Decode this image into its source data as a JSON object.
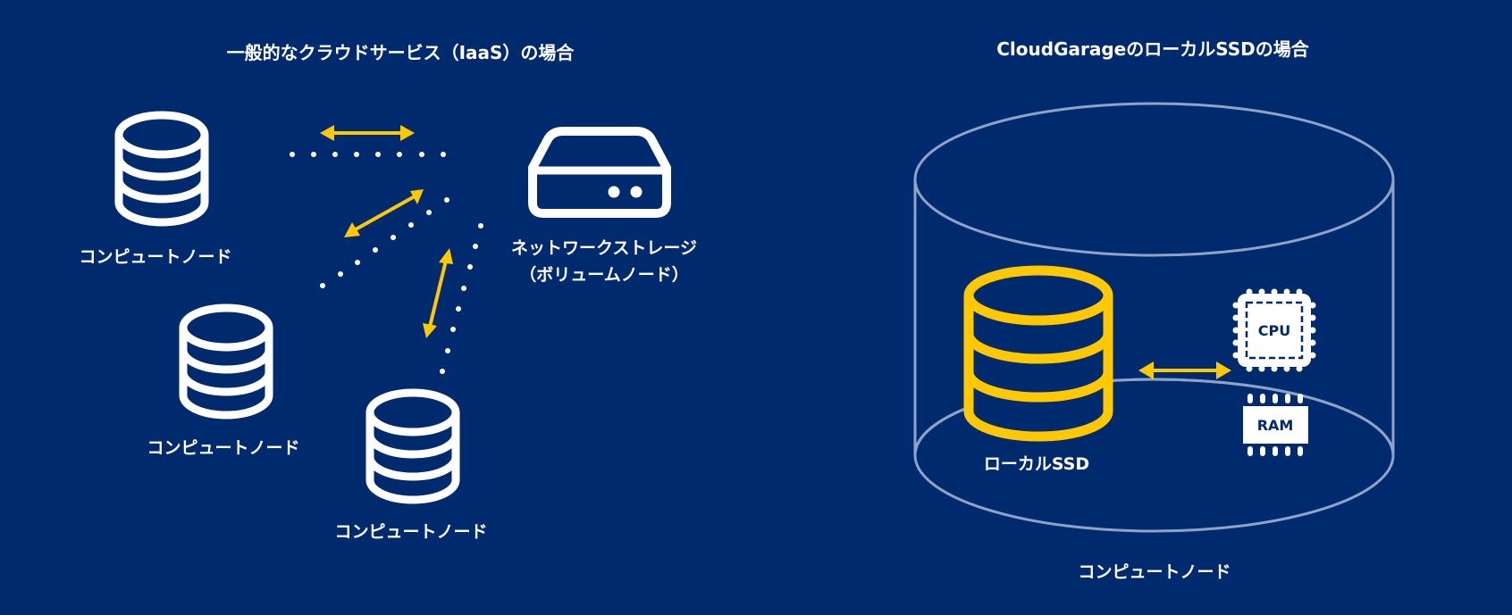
{
  "colors": {
    "background": "#002a6e",
    "foreground": "#ffffff",
    "accent": "#ffc800",
    "outline": "#8fa3c8"
  },
  "left_panel": {
    "title": "一般的なクラウドサービス（IaaS）の場合",
    "compute_nodes": [
      {
        "label": "コンピュートノード",
        "icon": "database-icon"
      },
      {
        "label": "コンピュートノード",
        "icon": "database-icon"
      },
      {
        "label": "コンピュートノード",
        "icon": "database-icon"
      }
    ],
    "storage": {
      "label_line1": "ネットワークストレージ",
      "label_line2": "（ボリュームノード）",
      "icon": "storage-drive-icon"
    },
    "connections": [
      {
        "from": "compute-node-1",
        "to": "network-storage",
        "style": "dotted",
        "arrow": "bidirectional"
      },
      {
        "from": "compute-node-2",
        "to": "network-storage",
        "style": "dotted",
        "arrow": "bidirectional"
      },
      {
        "from": "compute-node-3",
        "to": "network-storage",
        "style": "dotted",
        "arrow": "bidirectional"
      }
    ]
  },
  "right_panel": {
    "title": "CloudGarageのローカルSSDの場合",
    "container_label": "コンピュートノード",
    "local_ssd": {
      "label": "ローカルSSD",
      "icon": "database-icon"
    },
    "cpu": {
      "label": "CPU",
      "icon": "cpu-chip-icon"
    },
    "ram": {
      "label": "RAM",
      "icon": "ram-module-icon"
    },
    "connection": {
      "from": "local-ssd",
      "to": "cpu-ram",
      "arrow": "bidirectional"
    }
  }
}
